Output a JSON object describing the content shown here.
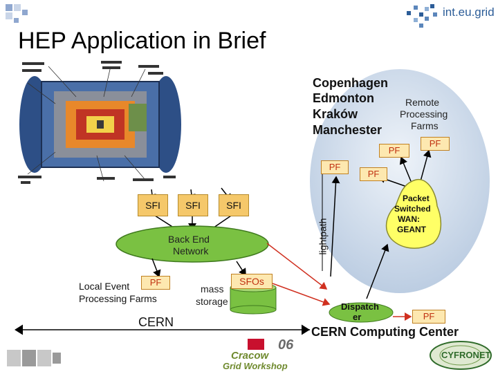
{
  "slide": {
    "title": "HEP Application in Brief",
    "logo_text": "int.eu.grid"
  },
  "remote": {
    "cities": [
      "Copenhagen",
      "Edmonton",
      "Kraków",
      "Manchester"
    ],
    "remote_label": [
      "Remote",
      "Processing",
      "Farms"
    ],
    "pf": "PF",
    "wan": [
      "Packet",
      "Switched",
      "WAN:",
      "GEANT"
    ],
    "lightpath": "lightpath",
    "dispatcher": [
      "Dispatch",
      "er"
    ],
    "cern_cc": "CERN Computing Center"
  },
  "local": {
    "sfi": "SFI",
    "back_end": [
      "Back End",
      "Network"
    ],
    "local_event": "Local Event",
    "processing_farms": "Processing Farms",
    "pf": "PF",
    "mass_storage": [
      "mass",
      "storage"
    ],
    "sfos": "SFOs",
    "cern": "CERN"
  },
  "logos": {
    "cyfronet": "CYFRONET",
    "cgw_number": "06",
    "cgw_line1": "Cracow",
    "cgw_line2": "Grid Workshop"
  },
  "colors": {
    "title": "#000000",
    "pf_fill": "#fde8b0",
    "sfi_fill": "#f5c86a",
    "network_fill": "#7ac142",
    "wan_fill": "#ffff66",
    "cloud_fill": "#d4e0ee",
    "arrow_red": "#d03020"
  }
}
